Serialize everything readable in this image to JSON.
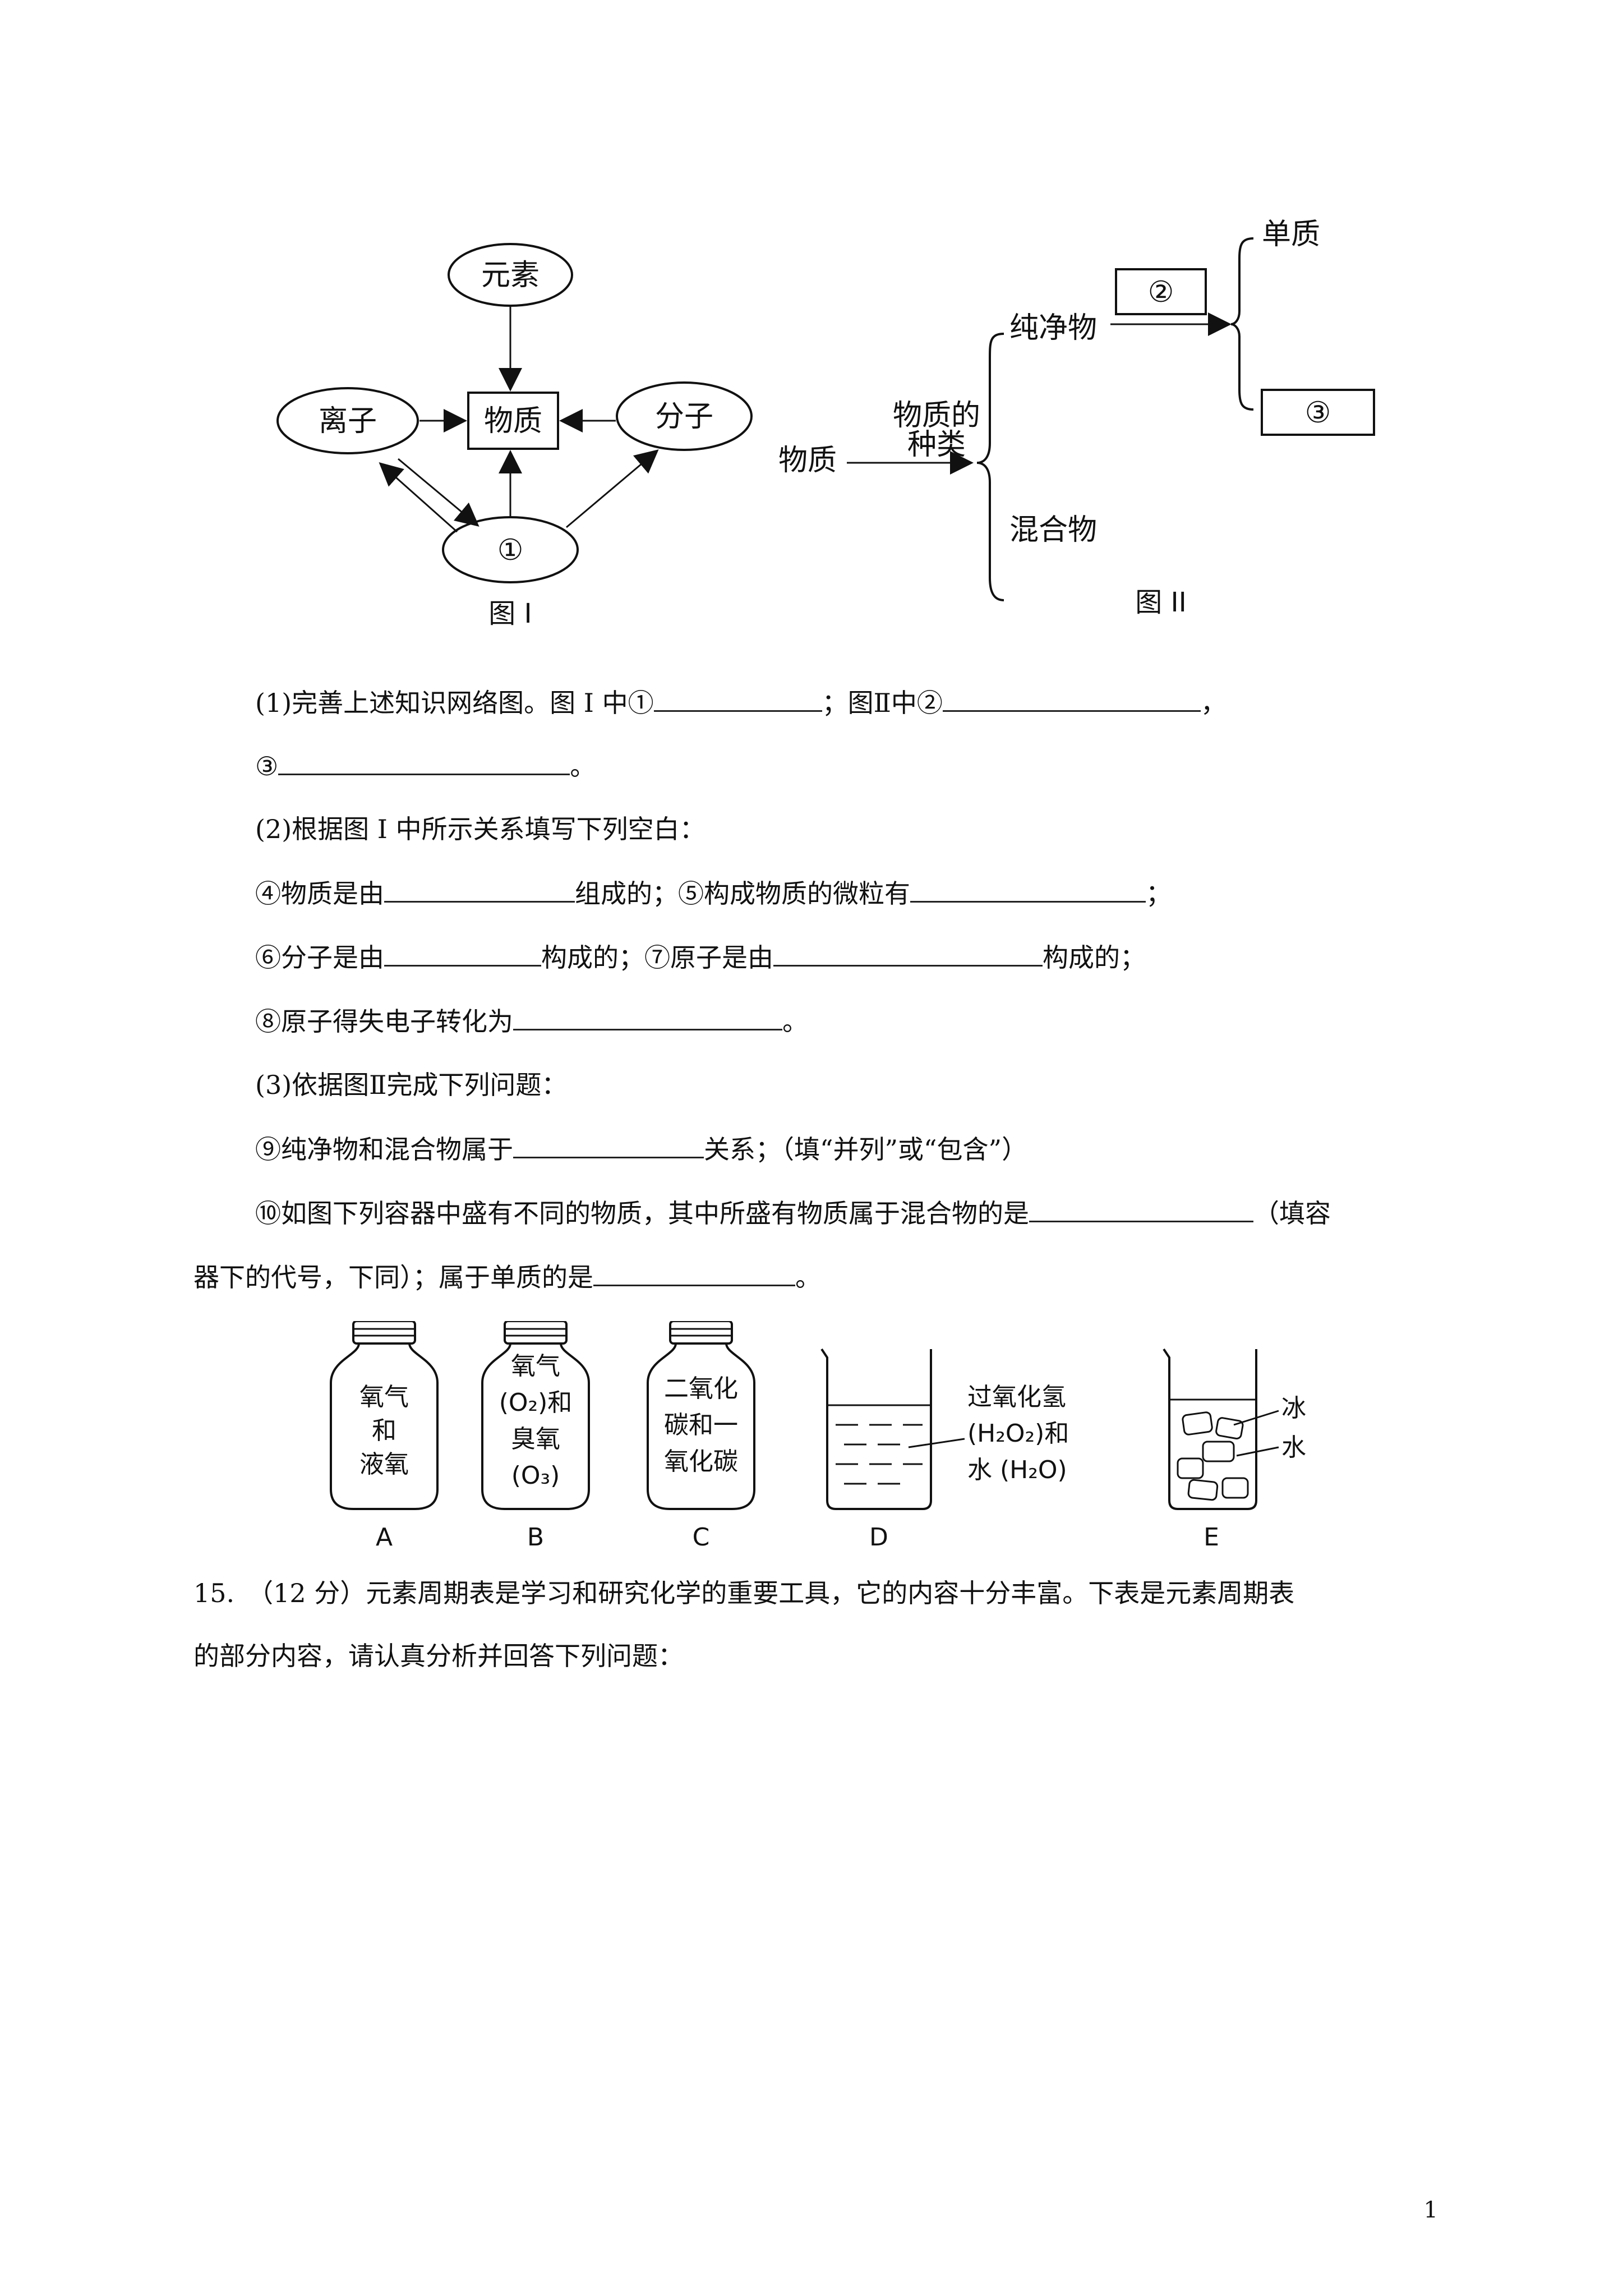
{
  "figure1": {
    "caption": "图 I",
    "nodes": {
      "element": "元素",
      "substance": "物质",
      "ion": "离子",
      "molecule": "分子",
      "unknown1": "①"
    }
  },
  "figure2": {
    "caption": "图 II",
    "root": "物质",
    "branch_label_line1": "物质的",
    "branch_label_line2": "种类",
    "pure": "纯净物",
    "mixture": "混合物",
    "box2": "②",
    "box3": "③",
    "simple": "单质"
  },
  "questions": {
    "q1_part1": "(1)完善上述知识网络图。图 I 中①",
    "q1_part2": "；图Ⅱ中②",
    "q1_part3": "，",
    "q1_line2_start": "③",
    "q1_line2_end": "。",
    "q2_title": "(2)根据图 I 中所示关系填写下列空白：",
    "q4_a": "④物质是由",
    "q4_b": "组成的；⑤构成物质的微粒有",
    "q4_c": "；",
    "q6_a": "⑥分子是由",
    "q6_b": "构成的；⑦原子是由",
    "q6_c": "构成的；",
    "q8_a": "⑧原子得失电子转化为",
    "q8_b": "。",
    "q3_title": "(3)依据图Ⅱ完成下列问题：",
    "q9_a": "⑨纯净物和混合物属于",
    "q9_b": "关系；（填“并列”或“包含”）",
    "q10_a": "⑩如图下列容器中盛有不同的物质，其中所盛有物质属于混合物的是",
    "q10_b": "（填容",
    "q10_c": "器下的代号，下同）；属于单质的是",
    "q10_d": "。"
  },
  "containers": {
    "A": {
      "letter": "A",
      "lines": [
        "氧气",
        "和",
        "液氧"
      ]
    },
    "B": {
      "letter": "B",
      "lines": [
        "氧气",
        "(O₂)和",
        "臭氧",
        "(O₃)"
      ]
    },
    "C": {
      "letter": "C",
      "lines": [
        "二氧化",
        "碳和一",
        "氧化碳"
      ]
    },
    "D": {
      "letter": "D",
      "label_lines": [
        "过氧化氢",
        "(H₂O₂)和",
        "水 (H₂O)"
      ]
    },
    "E": {
      "letter": "E",
      "label_ice": "冰",
      "label_water": "水"
    }
  },
  "q15": {
    "line1": "15.　（12 分）元素周期表是学习和研究化学的重要工具，它的内容十分丰富。下表是元素周期表",
    "line2": "的部分内容，请认真分析并回答下列问题："
  },
  "page_number": "1"
}
